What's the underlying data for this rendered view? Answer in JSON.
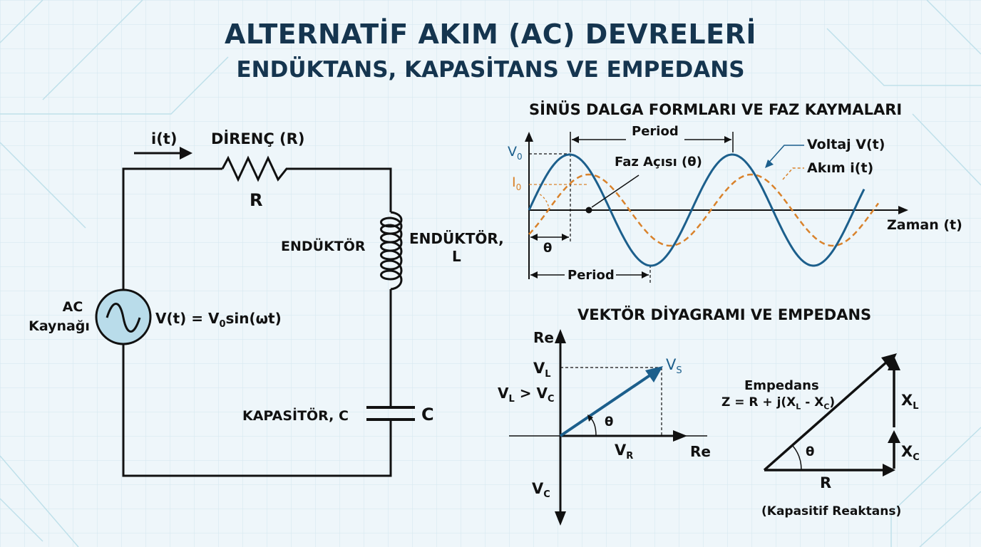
{
  "title": "ALTERNATİF AKIM (AC) DEVRELERİ",
  "subtitle": "ENDÜKTANS, KAPASİTANS VE EMPEDANS",
  "circuit": {
    "current_label": "i(t)",
    "resistor_title": "DİRENÇ (R)",
    "resistor_symbol": "R",
    "inductor_left": "ENDÜKTÖR",
    "inductor_right_line1": "ENDÜKTÖR,",
    "inductor_right_line2": "L",
    "source_line1": "AC",
    "source_line2": "Kaynağı",
    "source_eq_a": "V(t) = V",
    "source_eq_sub": "0",
    "source_eq_b": "sin(ωt)",
    "capacitor_label": "KAPASİTÖR, C",
    "capacitor_symbol": "C"
  },
  "waveform": {
    "title": "SİNÜS DALGA FORMLARI VE FAZ KAYMALARI",
    "period_top": "Period",
    "period_bottom": "Period",
    "phase_label": "Faz Açısı (θ)",
    "voltage_label": "Voltaj V(t)",
    "current_label": "Akım i(t)",
    "time_label": "Zaman (t)",
    "theta": "θ",
    "v0_main": "V",
    "v0_sub": "0",
    "i0_main": "I",
    "i0_sub": "0",
    "voltage_color": "#1c5f8c",
    "current_color": "#d9822b"
  },
  "vector": {
    "title": "VEKTÖR DİYAGRAMI VE EMPEDANS",
    "re_top": "Re",
    "re_right": "Re",
    "vs_main": "V",
    "vs_sub": "S",
    "vl_main": "V",
    "vl_sub": "L",
    "cond_a": "V",
    "cond_a_sub": "L",
    "cond_op": " > V",
    "cond_b_sub": "C",
    "vr_main": "V",
    "vr_sub": "R",
    "vc_main": "V",
    "vc_sub": "C",
    "theta": "θ"
  },
  "impedance": {
    "title": "Empedans",
    "formula_a": "Z = R + j(X",
    "formula_sub1": "L",
    "formula_b": " - X",
    "formula_sub2": "C",
    "formula_c": ")",
    "xl_main": "X",
    "xl_sub": "L",
    "xc_main": "X",
    "xc_sub": "C",
    "r_label": "R",
    "theta": "θ",
    "note": "(Kapasitif Reaktans)"
  }
}
